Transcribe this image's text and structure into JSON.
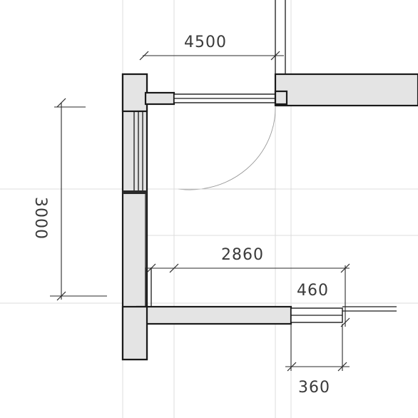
{
  "dimensions": {
    "top_width": "4500",
    "left_height": "3000",
    "inner_width": "2860",
    "right_offset": "460",
    "bottom_offset": "360"
  },
  "colors": {
    "wall_fill": "#e4e4e4",
    "line": "#1a1a1a",
    "guide": "#dcdcdc"
  }
}
